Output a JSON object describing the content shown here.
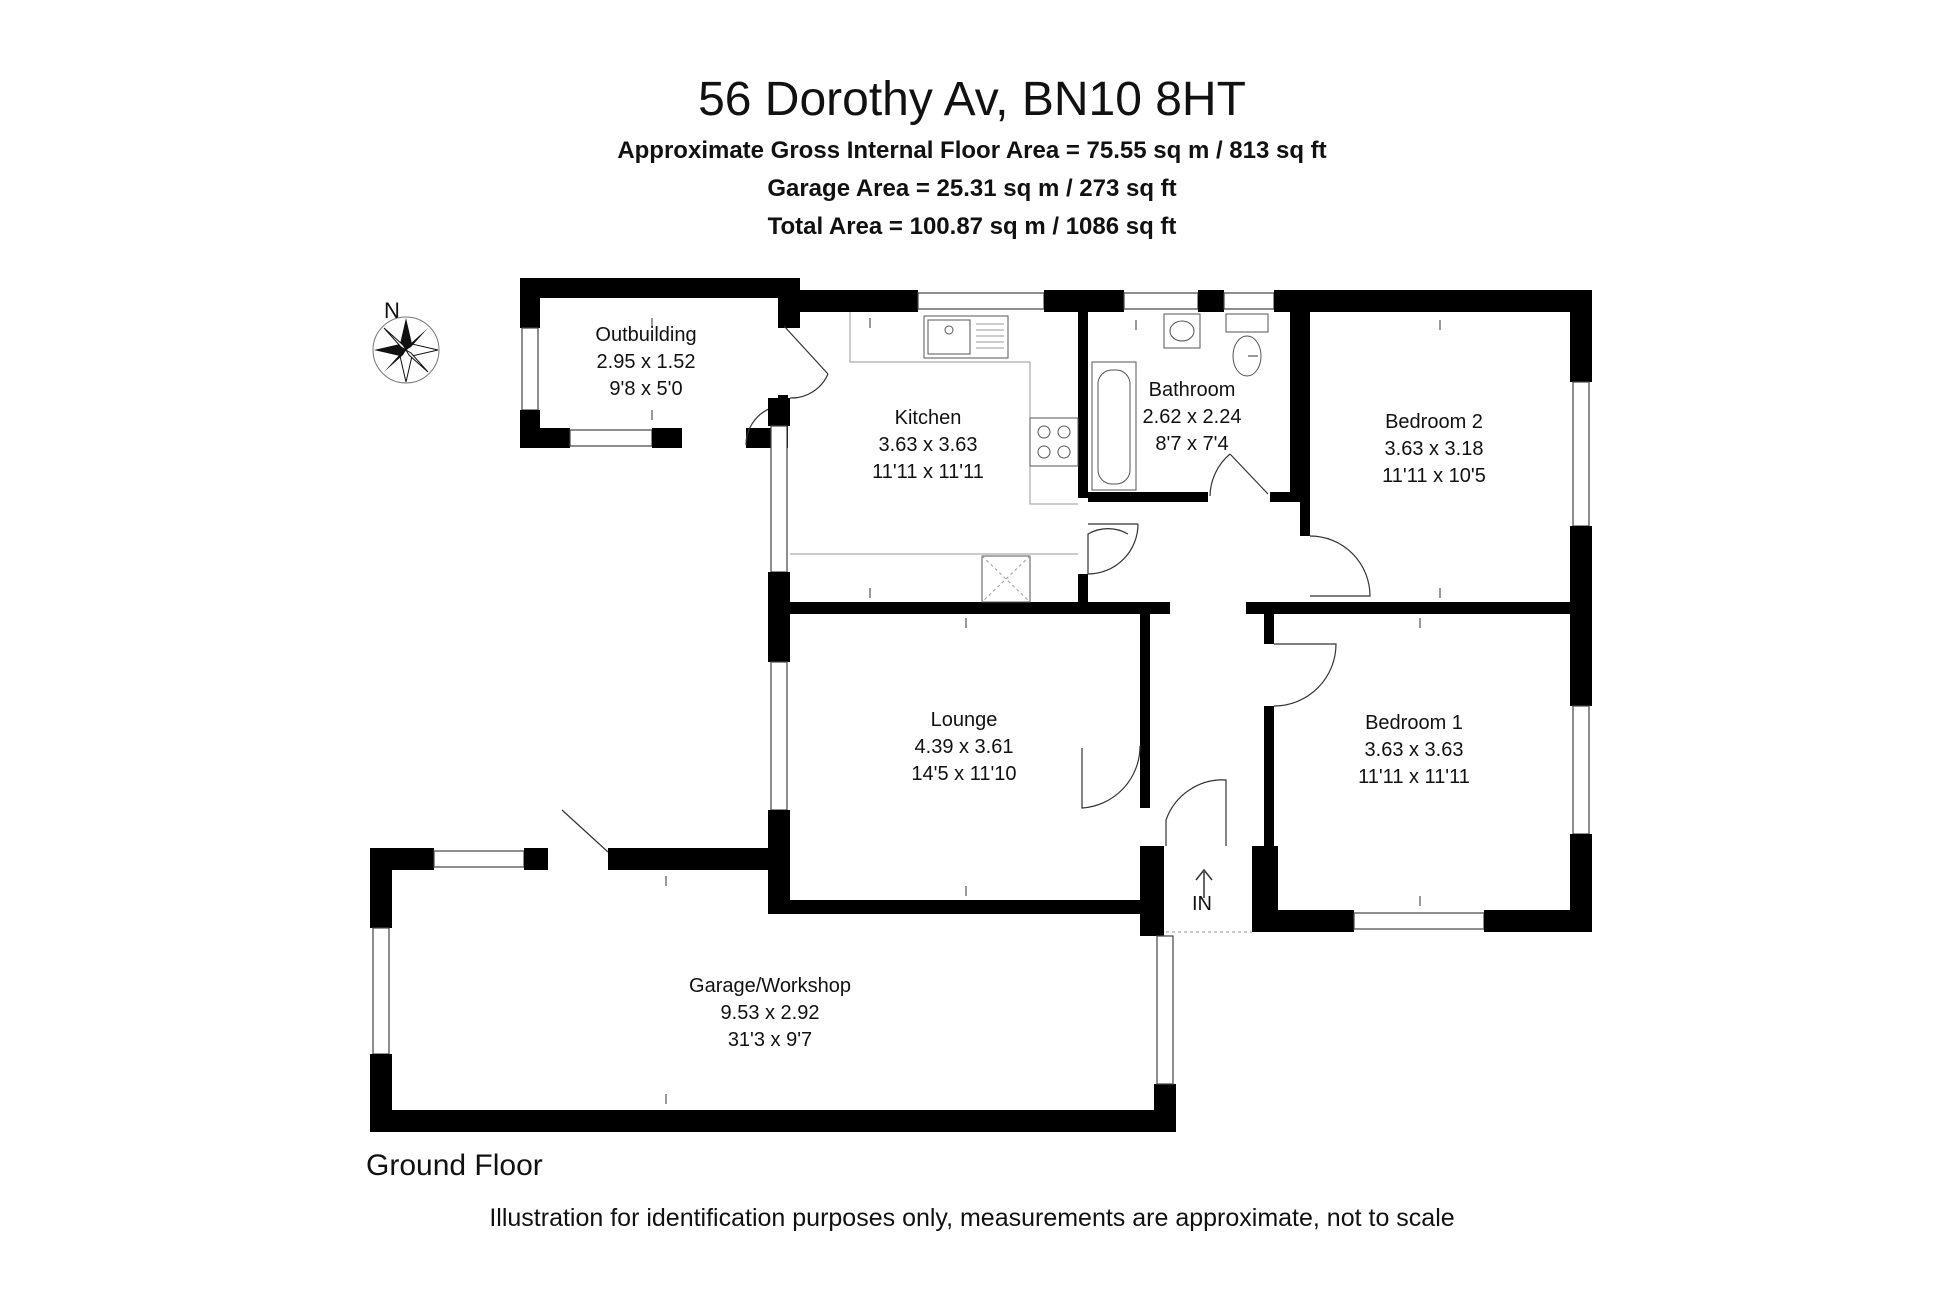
{
  "title": "56 Dorothy Av, BN10 8HT",
  "areas": {
    "gross": "Approximate Gross Internal Floor Area = 75.55 sq m / 813 sq ft",
    "garage": "Garage Area = 25.31 sq m / 273 sq ft",
    "total": "Total Area = 100.87 sq m / 1086 sq ft"
  },
  "compass_label": "N",
  "entrance_label": "IN",
  "floor_label": "Ground Floor",
  "disclaimer": "Illustration for identification purposes only, measurements are approximate, not to scale",
  "rooms": [
    {
      "id": "outbuilding",
      "name": "Outbuilding",
      "metric": "2.95 x 1.52",
      "imperial": "9'8 x 5'0"
    },
    {
      "id": "kitchen",
      "name": "Kitchen",
      "metric": "3.63 x 3.63",
      "imperial": "11'11 x 11'11"
    },
    {
      "id": "bathroom",
      "name": "Bathroom",
      "metric": "2.62 x 2.24",
      "imperial": "8'7 x 7'4"
    },
    {
      "id": "bedroom2",
      "name": "Bedroom 2",
      "metric": "3.63 x 3.18",
      "imperial": "11'11 x 10'5"
    },
    {
      "id": "lounge",
      "name": "Lounge",
      "metric": "4.39 x 3.61",
      "imperial": "14'5 x 11'10"
    },
    {
      "id": "bedroom1",
      "name": "Bedroom 1",
      "metric": "3.63 x 3.63",
      "imperial": "11'11 x 11'11"
    },
    {
      "id": "garage",
      "name": "Garage/Workshop",
      "metric": "9.53 x 2.92",
      "imperial": "31'3 x 9'7"
    }
  ],
  "colors": {
    "wall": "#000000",
    "text": "#111111",
    "window": "#ffffff"
  }
}
